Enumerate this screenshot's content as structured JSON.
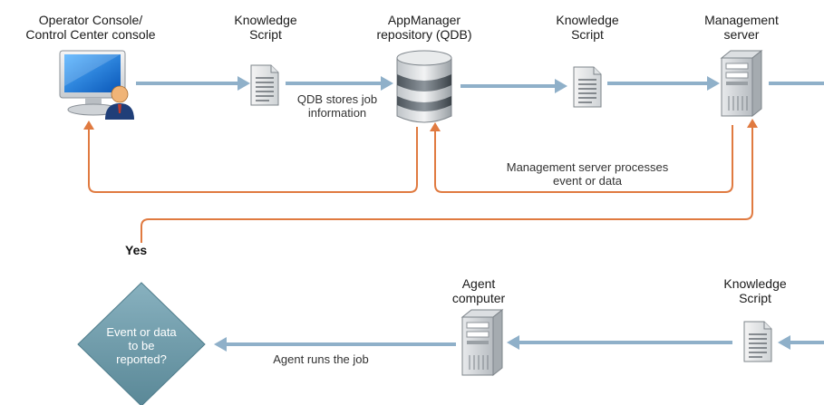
{
  "nodes": {
    "operator_console": {
      "line1": "Operator Console/",
      "line2": "Control Center console"
    },
    "knowledge_script_1": {
      "line1": "Knowledge",
      "line2": "Script"
    },
    "repository": {
      "line1": "AppManager",
      "line2": "repository (QDB)"
    },
    "knowledge_script_2": {
      "line1": "Knowledge",
      "line2": "Script"
    },
    "management_server": {
      "line1": "Management",
      "line2": "server"
    },
    "agent_computer": {
      "line1": "Agent",
      "line2": "computer"
    },
    "knowledge_script_3": {
      "line1": "Knowledge",
      "line2": "Script"
    },
    "decision": {
      "line1": "Event or data",
      "line2": "to be",
      "line3": "reported?"
    }
  },
  "notes": {
    "qdb_stores": {
      "line1": "QDB stores job",
      "line2": "information"
    },
    "ms_processes": {
      "line1": "Management server processes",
      "line2": "event or data"
    },
    "agent_runs": "Agent runs the job",
    "yes": "Yes"
  },
  "colors": {
    "flow_arrow": "#8fb0c9",
    "feedback_arrow": "#e07a40",
    "decision_fill": "#6b97a6",
    "monitor_blue": "#1a6fd0"
  },
  "icons": {
    "operator_console": "monitor-with-user-icon",
    "knowledge_script": "document-icon",
    "repository": "database-icon",
    "server": "server-tower-icon"
  }
}
